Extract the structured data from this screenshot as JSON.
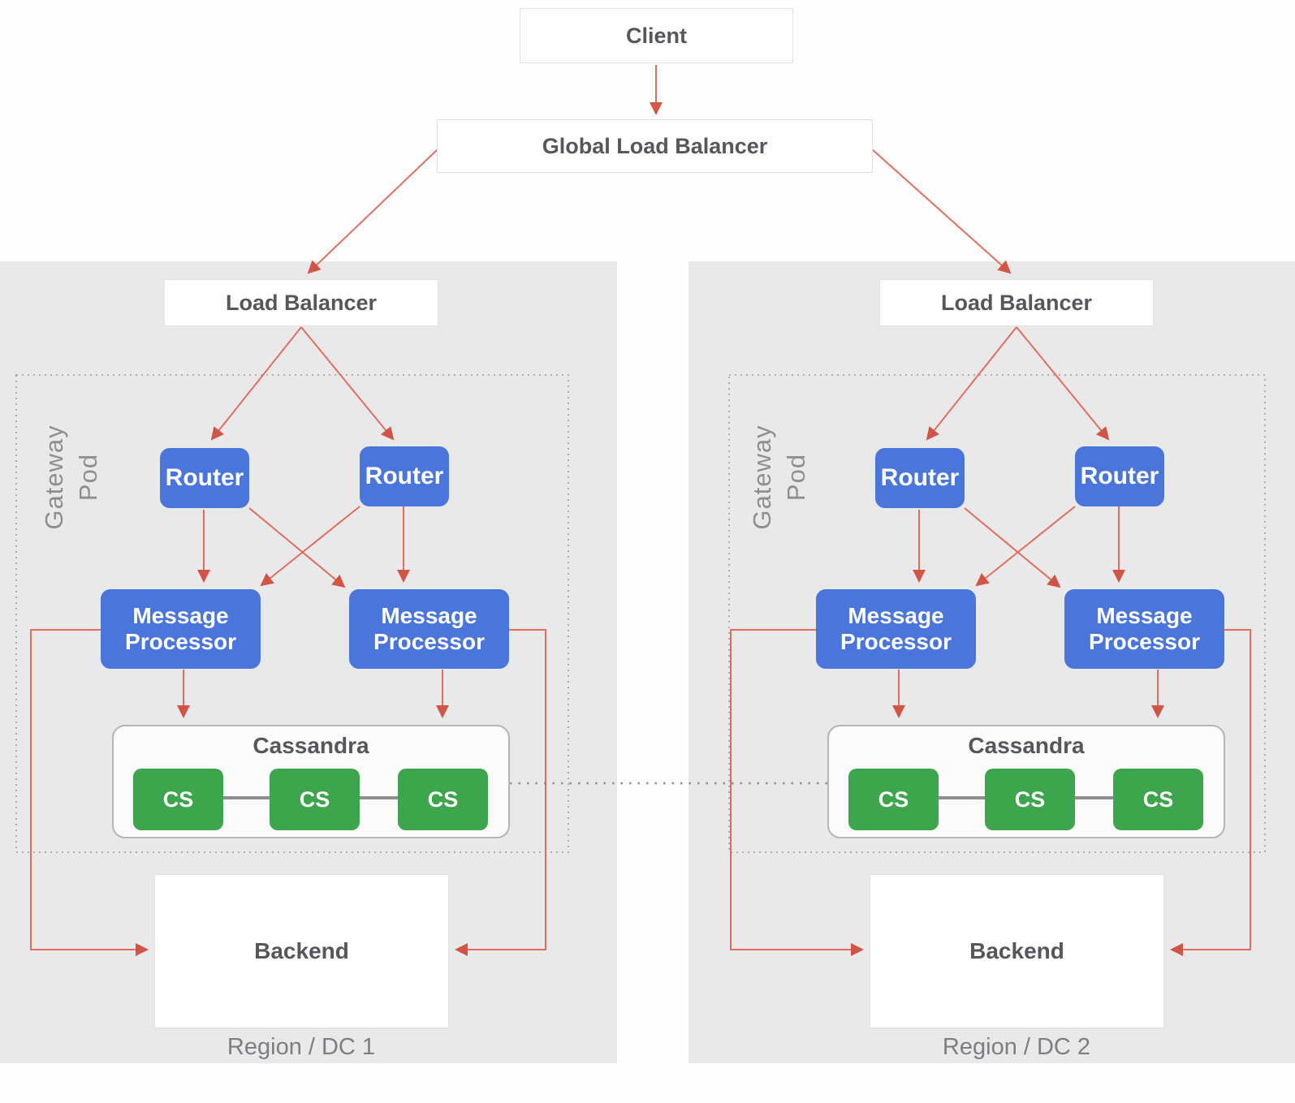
{
  "diagram": {
    "client_label": "Client",
    "global_load_balancer_label": "Global Load Balancer"
  },
  "regions": [
    {
      "name": "Region / DC 1",
      "load_balancer_label": "Load Balancer",
      "gateway_pod_label": "Gateway\nPod",
      "routers": [
        "Router",
        "Router"
      ],
      "message_processors": [
        "Message Processor",
        "Message Processor"
      ],
      "cassandra": {
        "label": "Cassandra",
        "nodes": [
          "CS",
          "CS",
          "CS"
        ]
      },
      "backend_label": "Backend"
    },
    {
      "name": "Region / DC 2",
      "load_balancer_label": "Load Balancer",
      "gateway_pod_label": "Gateway\nPod",
      "routers": [
        "Router",
        "Router"
      ],
      "message_processors": [
        "Message Processor",
        "Message Processor"
      ],
      "cassandra": {
        "label": "Cassandra",
        "nodes": [
          "CS",
          "CS",
          "CS"
        ]
      },
      "backend_label": "Backend"
    }
  ],
  "colors": {
    "node_blue": "#4a75da",
    "node_green": "#3da64c",
    "arrow_red": "#e2604f",
    "arrow_head_red": "#cf4436",
    "panel_gray": "#e9e9e9",
    "wire_gray": "#8f8f8f",
    "text_dark": "#55575b",
    "text_muted": "#7b7e82"
  }
}
